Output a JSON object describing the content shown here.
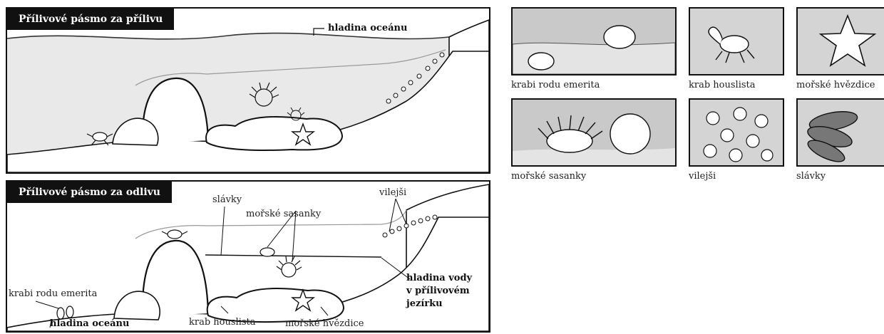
{
  "high_tide": {
    "title": "Přílivové pásmo za přílivu",
    "labels": {
      "ocean_surface": "hladina oceánu"
    }
  },
  "low_tide": {
    "title": "Přílivové pásmo za odlivu",
    "labels": {
      "mussels": "slávky",
      "sea_anemones": "mořské sasanky",
      "barnacles": "vilejši",
      "mole_crabs": "krabi rodu emerita",
      "ocean_surface": "hladina oceánu",
      "fiddler_crab": "krab houslista",
      "sea_stars": "mořské hvězdice",
      "pool_water_line1": "hladina vody",
      "pool_water_line2": "v přílivovém",
      "pool_water_line3": "jezírku"
    }
  },
  "legend": [
    {
      "caption": "krabi rodu emerita",
      "icon": "mole-crab-icon"
    },
    {
      "caption": "krab houslista",
      "icon": "fiddler-crab-icon"
    },
    {
      "caption": "mořské hvězdice",
      "icon": "sea-star-icon"
    },
    {
      "caption": "mořské sasanky",
      "icon": "sea-anemone-icon"
    },
    {
      "caption": "vilejši",
      "icon": "barnacle-icon"
    },
    {
      "caption": "slávky",
      "icon": "mussel-icon"
    }
  ],
  "colors": {
    "ink": "#111111",
    "water": "#c9c9c9",
    "sand": "#e4e4e4"
  }
}
